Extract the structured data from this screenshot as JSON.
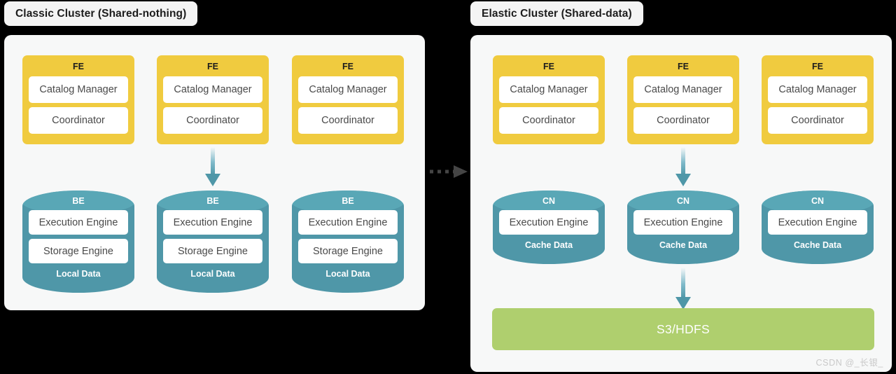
{
  "diagram": {
    "title_left": "Classic Cluster (Shared-nothing)",
    "title_right": "Elastic Cluster (Shared-data)",
    "watermark": "CSDN @_长银_",
    "colors": {
      "background": "#000000",
      "panel": "#F7F8F8",
      "chip": "#F4F4F4",
      "fe_yellow": "#F0CB3F",
      "node_teal": "#4F97A8",
      "node_teal_cap": "#59A7B6",
      "storage_green": "#AFCF6E",
      "arrow_teal": "#4F97A8",
      "arrow_dashed": "#454545",
      "slot_white": "#FFFFFF"
    }
  },
  "left_panel": {
    "fe_nodes": [
      {
        "title": "FE",
        "slots": [
          "Catalog Manager",
          "Coordinator"
        ]
      },
      {
        "title": "FE",
        "slots": [
          "Catalog Manager",
          "Coordinator"
        ]
      },
      {
        "title": "FE",
        "slots": [
          "Catalog Manager",
          "Coordinator"
        ]
      }
    ],
    "be_nodes": [
      {
        "title": "BE",
        "slots": [
          "Execution Engine",
          "Storage Engine"
        ],
        "footer": "Local Data"
      },
      {
        "title": "BE",
        "slots": [
          "Execution Engine",
          "Storage Engine"
        ],
        "footer": "Local Data"
      },
      {
        "title": "BE",
        "slots": [
          "Execution Engine",
          "Storage Engine"
        ],
        "footer": "Local Data"
      }
    ]
  },
  "right_panel": {
    "fe_nodes": [
      {
        "title": "FE",
        "slots": [
          "Catalog Manager",
          "Coordinator"
        ]
      },
      {
        "title": "FE",
        "slots": [
          "Catalog Manager",
          "Coordinator"
        ]
      },
      {
        "title": "FE",
        "slots": [
          "Catalog Manager",
          "Coordinator"
        ]
      }
    ],
    "cn_nodes": [
      {
        "title": "CN",
        "slots": [
          "Execution Engine"
        ],
        "footer": "Cache Data"
      },
      {
        "title": "CN",
        "slots": [
          "Execution Engine"
        ],
        "footer": "Cache Data"
      },
      {
        "title": "CN",
        "slots": [
          "Execution Engine"
        ],
        "footer": "Cache Data"
      }
    ],
    "storage": "S3/HDFS"
  }
}
